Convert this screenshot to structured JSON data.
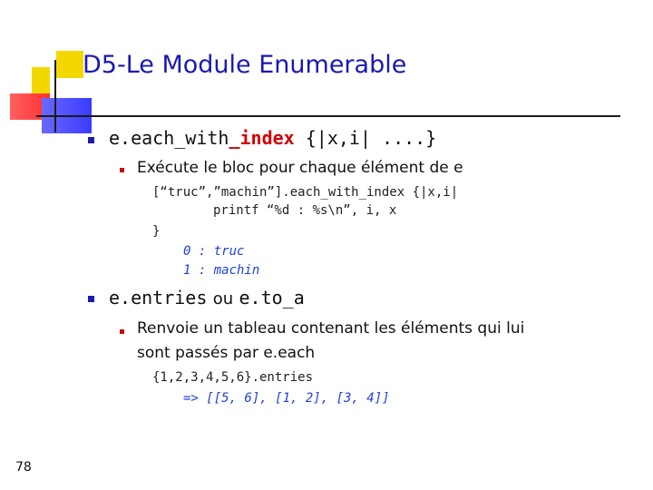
{
  "slide": {
    "title": "D5-Le Module Enumerable",
    "number": "78"
  },
  "item1": {
    "code_prefix": "e.each_with",
    "code_highlight": "_index",
    "code_suffix": " {|x,i| ....}",
    "sub": "Exécute le bloc pour chaque élément de e",
    "code_line1": "[“truc”,”machin”].each_with_index {|x,i|",
    "code_line2": "printf “%d : %s\\n”, i, x",
    "code_line3": "}",
    "out_line1": "0 : truc",
    "out_line2": "1 : machin"
  },
  "item2": {
    "code_a": "e.entries",
    "word_or": "ou",
    "code_b": "e.to_a",
    "sub_line1": "Renvoie un tableau contenant les éléments qui lui",
    "sub_line2": "sont passés par e.each",
    "code_line1": "{1,2,3,4,5,6}.entries",
    "out_line1": "=> [[5, 6], [1, 2], [3, 4]]"
  },
  "colors": {
    "title": "#1919b3",
    "highlight": "#d00000",
    "output": "#2040d8"
  }
}
